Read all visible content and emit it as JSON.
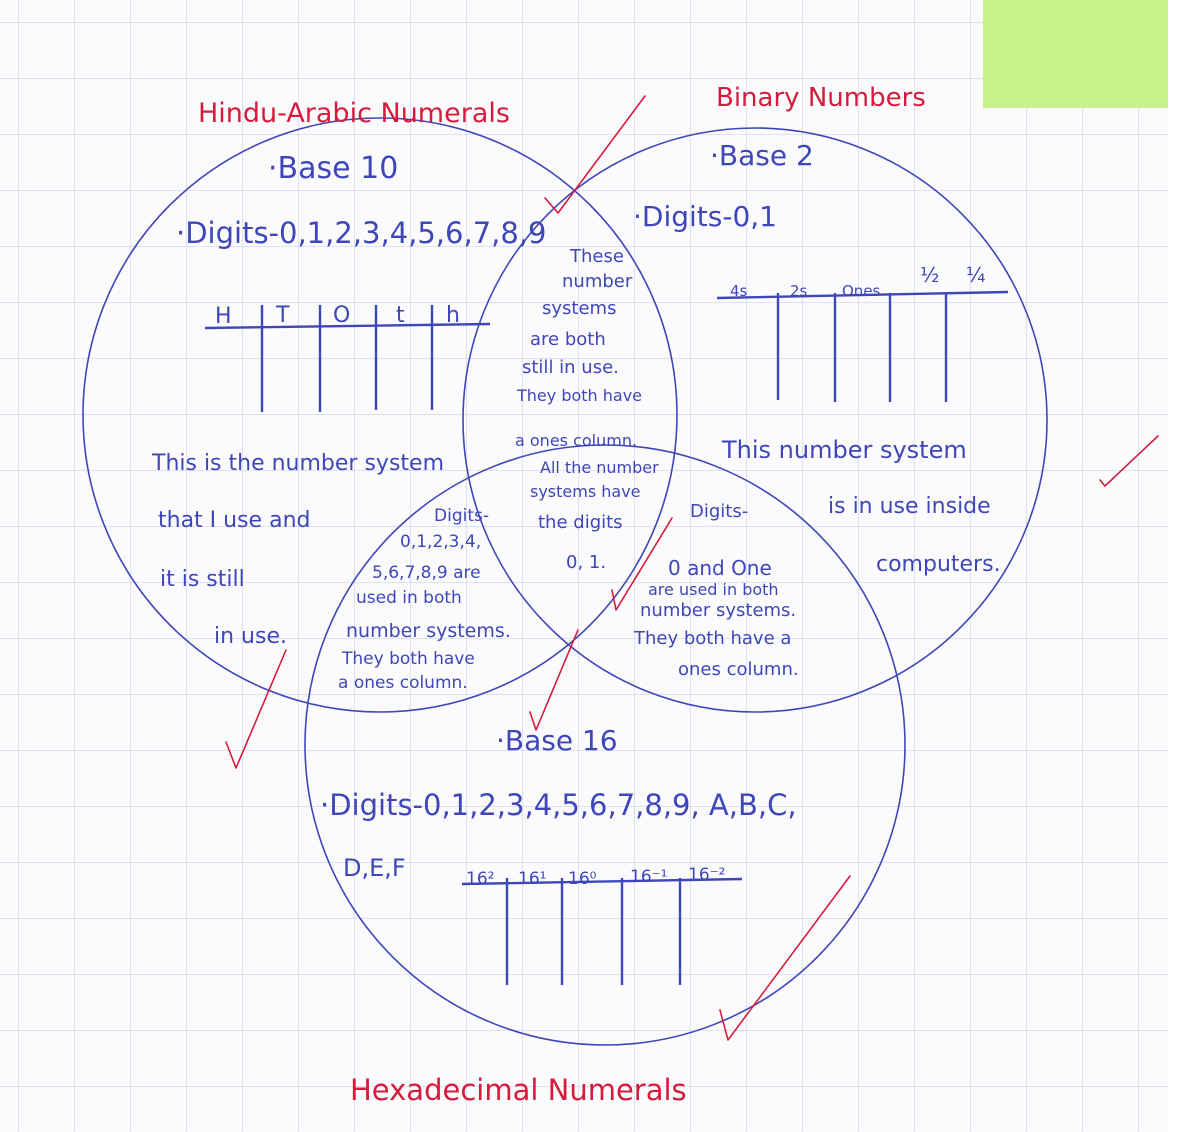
{
  "colors": {
    "ink": "#3e46b8",
    "marker": "#d61c3c",
    "note": "#c9f18a"
  },
  "titles": {
    "hindu_arabic": "Hindu-Arabic Numerals",
    "binary": "Binary Numbers",
    "hexadecimal": "Hexadecimal Numerals"
  },
  "hindu_arabic": {
    "base": "·Base 10",
    "digits": "·Digits-0,1,2,3,4,5,6,7,8,9",
    "place_headers": [
      "H",
      "T",
      "O",
      "t",
      "h"
    ],
    "note_lines": [
      "This is the number system",
      "that I use and",
      "it is still",
      "in use."
    ]
  },
  "binary": {
    "base": "·Base 2",
    "digits": "·Digits-0,1",
    "place_headers": [
      "4s",
      "2s",
      "Ones",
      "½",
      "¼"
    ],
    "note_lines": [
      "This number system",
      "is in use inside",
      "computers."
    ]
  },
  "hexadecimal": {
    "base": "·Base 16",
    "digits_line1": "·Digits-0,1,2,3,4,5,6,7,8,9, A,B,C,",
    "digits_line2": "D,E,F",
    "place_headers": [
      "16²",
      "16¹",
      "16⁰",
      "16⁻¹",
      "16⁻²"
    ]
  },
  "overlaps": {
    "center": [
      "These",
      "number",
      "systems",
      "are both",
      "still in use.",
      "They both have",
      "a ones column.",
      "All the number",
      "systems have",
      "the digits",
      "0, 1."
    ],
    "hindu_hex": [
      "Digits-",
      "0,1,2,3,4,",
      "5,6,7,8,9 are",
      "used in both",
      "number systems.",
      "They both have",
      "a ones column."
    ],
    "binary_hex": [
      "Digits-",
      "0 and One",
      "are used in both",
      "number systems.",
      "They both have a",
      "ones column."
    ]
  }
}
